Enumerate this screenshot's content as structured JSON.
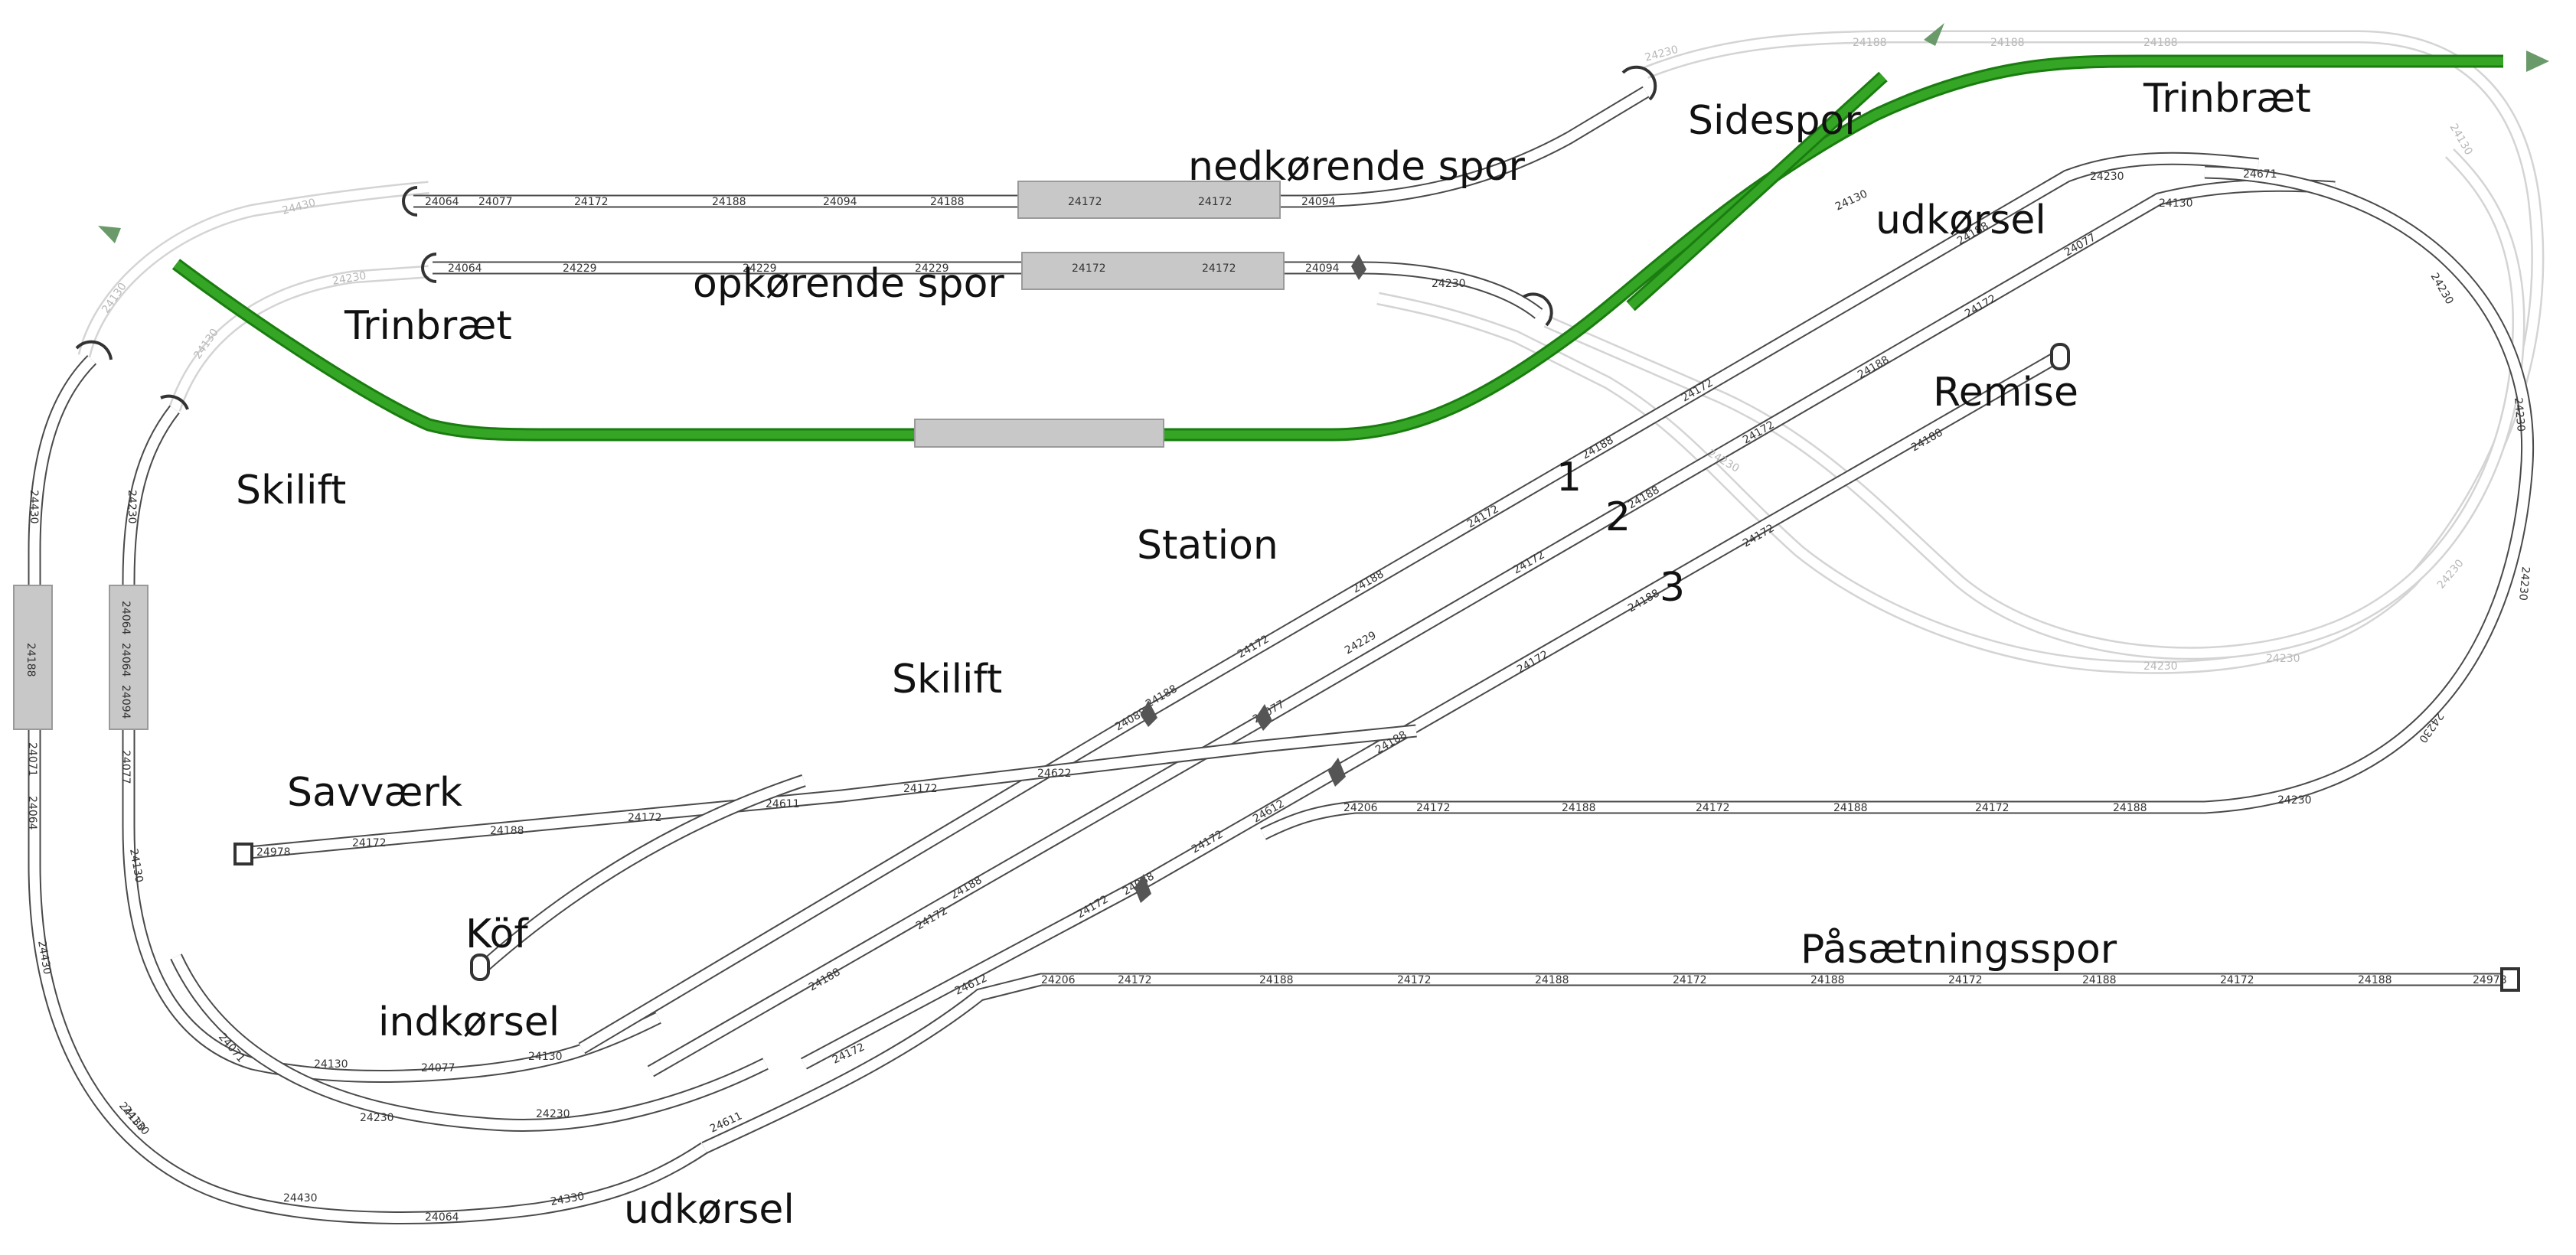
{
  "labels": {
    "nedkorende_spor": "nedkørende spor",
    "opkorende_spor": "opkørende spor",
    "sidespor": "Sidespor",
    "trinbraet_top": "Trinbræt",
    "trinbraet_left": "Trinbræt",
    "udkorsel_top": "udkørsel",
    "remise": "Remise",
    "skilift_left": "Skilift",
    "station": "Station",
    "skilift_mid": "Skilift",
    "track_1": "1",
    "track_2": "2",
    "track_3": "3",
    "savvaerk": "Savværk",
    "kof": "Köf",
    "indkorsel": "indkørsel",
    "udkorsel_bottom": "udkørsel",
    "pasaetningsspor": "Påsætningsspor"
  },
  "part_numbers": {
    "nedkorende": [
      "24064",
      "24077",
      "24172",
      "24188",
      "24094",
      "24188",
      "24172",
      "24172",
      "24094"
    ],
    "opkorende": [
      "24064",
      "24229",
      "24229",
      "24229",
      "24172",
      "24172",
      "24094",
      "24230"
    ],
    "pasaetning": [
      "24206",
      "24172",
      "24188",
      "24172",
      "24188",
      "24172",
      "24188",
      "24172",
      "24188",
      "24172",
      "24188",
      "24978"
    ],
    "inner_loop": [
      "24206",
      "24172",
      "24188",
      "24172",
      "24188",
      "24172",
      "24188",
      "24230"
    ],
    "savvaerk": [
      "24978",
      "24172",
      "24188",
      "24172",
      "24611",
      "24172",
      "24622"
    ],
    "left_outer": [
      "24430",
      "24188",
      "24071",
      "24064",
      "24430",
      "24130"
    ],
    "left_inner": [
      "24230",
      "24064",
      "24064",
      "24094",
      "24077",
      "24130"
    ],
    "bottom": [
      "24130",
      "24430",
      "24064",
      "24330",
      "24611",
      "24172",
      "24612"
    ],
    "indkorsel": [
      "24130",
      "24077",
      "24130",
      "24230",
      "24230",
      "24071"
    ],
    "right_loop": [
      "24130",
      "24230",
      "24671",
      "24130",
      "24230",
      "24230",
      "24230",
      "24230"
    ],
    "station_1": [
      "24188",
      "24172",
      "24188",
      "24172",
      "24188",
      "24172",
      "24188",
      "24172",
      "24188",
      "24088"
    ],
    "station_2": [
      "24077",
      "24229",
      "24172",
      "24188",
      "24172",
      "24188",
      "24172",
      "24188",
      "24077"
    ],
    "station_3": [
      "24612",
      "24172",
      "24188",
      "24172",
      "24188",
      "24172",
      "24188",
      "24172",
      "24088"
    ],
    "faded": [
      "24430",
      "24130",
      "24230",
      "24130",
      "24230",
      "24188",
      "24188",
      "24188",
      "24230",
      "24230",
      "24230",
      "24130",
      "24230"
    ]
  },
  "colors": {
    "selected_track": "#35a526",
    "active_track": "#4a4a4a",
    "inactive_track": "#c8c8c8",
    "platform": "#c8c8c8"
  }
}
